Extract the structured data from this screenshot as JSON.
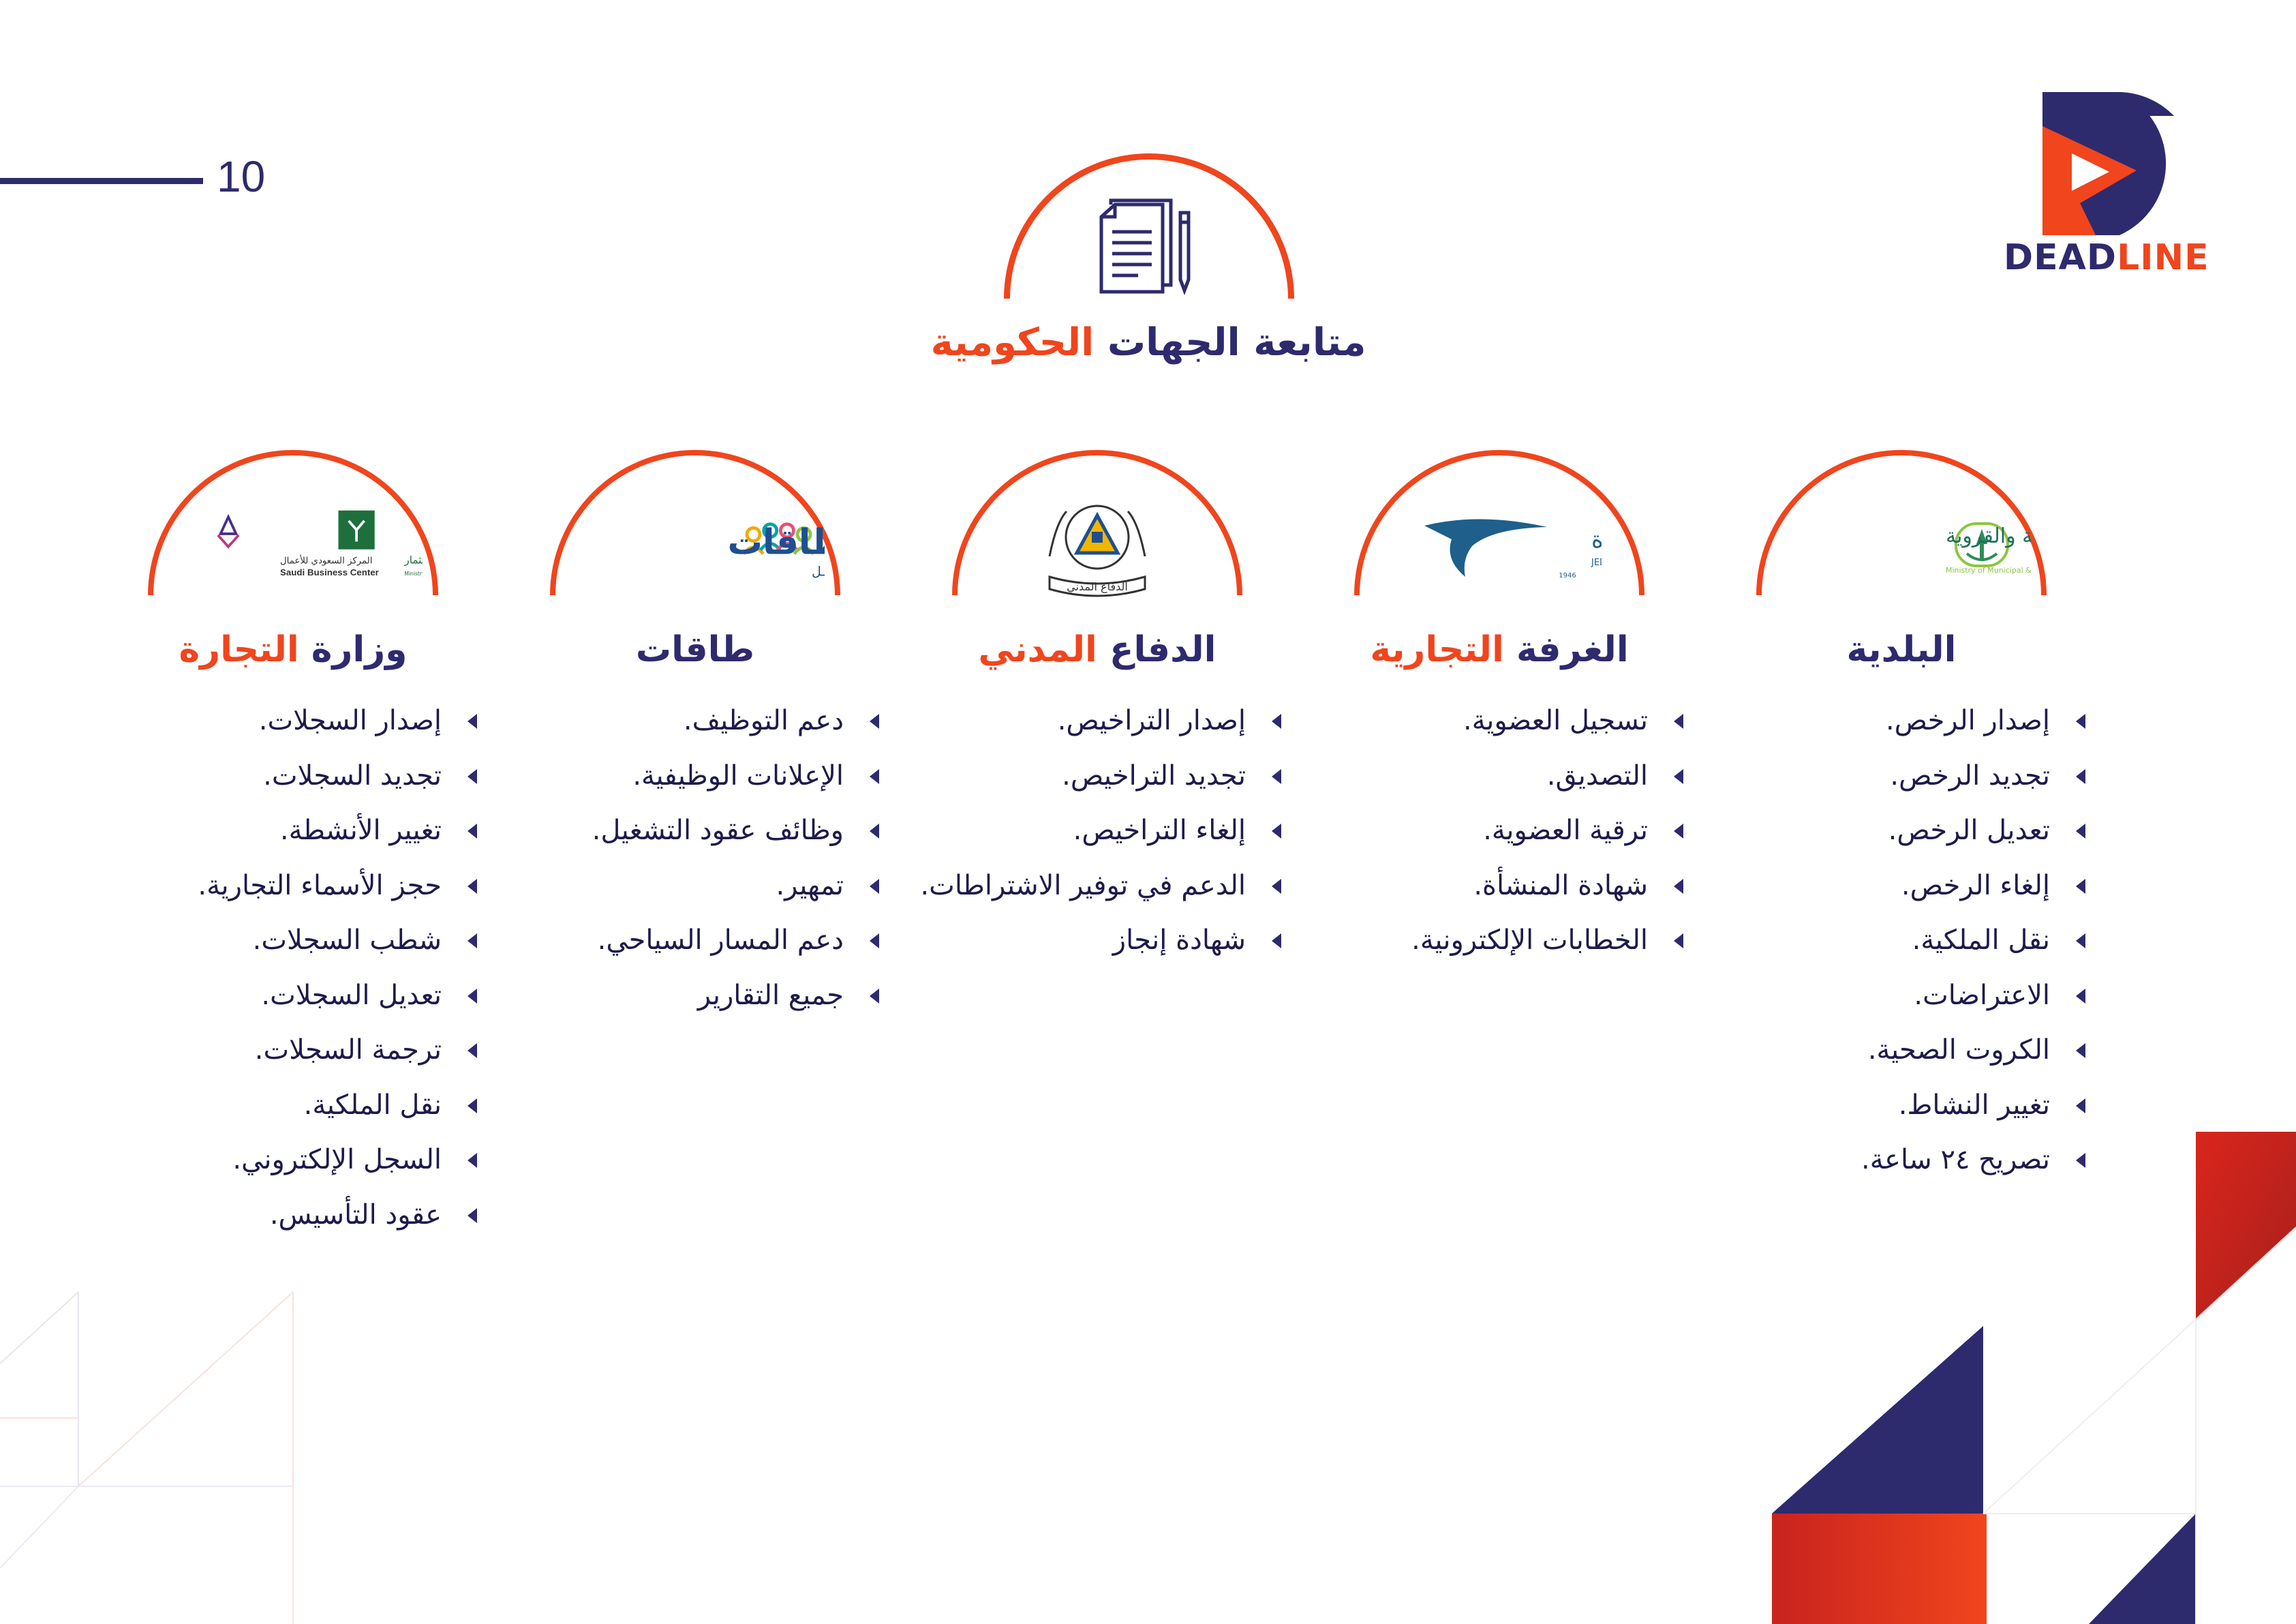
{
  "page_number": "10",
  "brand": {
    "part1": "DEAD",
    "part2": "LINE"
  },
  "colors": {
    "navy": "#2e2a6e",
    "orange": "#f0451d",
    "red": "#c8231e"
  },
  "main_title": {
    "part1": "متابعة الجهات ",
    "part2": "الحكومية",
    "icon": "document-pencil-icon"
  },
  "columns": [
    {
      "title_part1": "",
      "title_part2": "البلدية",
      "logo_text": "وزارة الشـــؤون البلدية والقروية",
      "logo_sub": "Ministry of Municipal & Rural Affairs",
      "items": [
        "إصدار الرخص.",
        "تجديد الرخص.",
        "تعديل الرخص.",
        "إلغاء الرخص.",
        "نقل الملكية.",
        "الاعتراضات.",
        "الكروت الصحية.",
        "تغيير النشاط.",
        "تصريح ٢٤ ساعة."
      ]
    },
    {
      "title_part1": "الغرفة ",
      "title_part2": "التجارية",
      "logo_text": "غرفة جدة",
      "logo_sub": "JEDDAH CHAMBER",
      "logo_year": "1946",
      "items": [
        "تسجيل العضوية.",
        "التصديق.",
        "ترقية العضوية.",
        "شهادة المنشأة.",
        "الخطابات الإلكترونية."
      ]
    },
    {
      "title_part1": "الدفاع ",
      "title_part2": "المدني",
      "logo_text": "الدفاع المدني",
      "items": [
        "إصدار التراخيص.",
        "تجديد التراخيص.",
        "إلغاء التراخيص.",
        "الدعم في توفير الاشتراطات.",
        "شهادة إنجاز"
      ]
    },
    {
      "title_part1": "طاقات",
      "title_part2": "",
      "logo_text": "طاقات",
      "logo_sub": "البــوابــة الــوطــنـيــة لــلـعـمــل",
      "items": [
        "دعم التوظيف.",
        "الإعلانات الوظيفية.",
        "وظائف عقود التشغيل.",
        "تمهير.",
        "دعم المسار السياحي.",
        "جميع التقارير"
      ]
    },
    {
      "title_part1": "وزارة ",
      "title_part2": "التجارة",
      "logo_text": "وزارة التجارة والاستثمار",
      "logo_sub": "Ministry of Commerce and Investment",
      "logo2_text": "المركز السعودي للأعمال",
      "logo2_sub": "Saudi Business Center",
      "items": [
        "إصدار السجلات.",
        "تجديد السجلات.",
        "تغيير الأنشطة.",
        "حجز الأسماء التجارية.",
        "شطب السجلات.",
        "تعديل السجلات.",
        "ترجمة السجلات.",
        "نقل الملكية.",
        "السجل الإلكتروني.",
        "عقود التأسيس."
      ]
    }
  ]
}
